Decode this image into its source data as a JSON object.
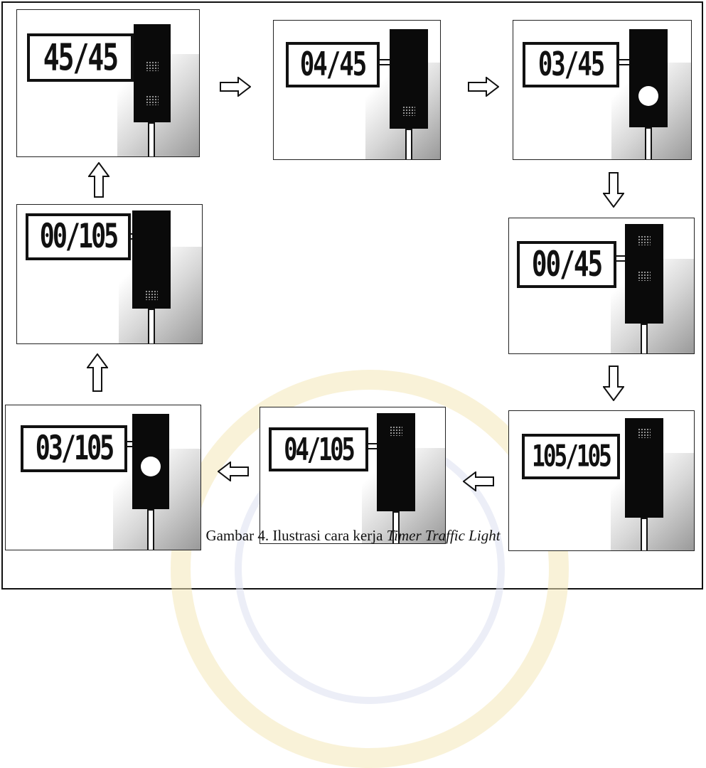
{
  "panels": [
    {
      "display": "45/45"
    },
    {
      "display": "04/45"
    },
    {
      "display": "03/45"
    },
    {
      "display": "00/45"
    },
    {
      "display": "105/105"
    },
    {
      "display": "04/105"
    },
    {
      "display": "03/105"
    },
    {
      "display": "00/105"
    }
  ],
  "caption": {
    "prefix": "Gambar 4.  Ilustrasi cara kerja ",
    "title": "Timer Traffic Light"
  }
}
